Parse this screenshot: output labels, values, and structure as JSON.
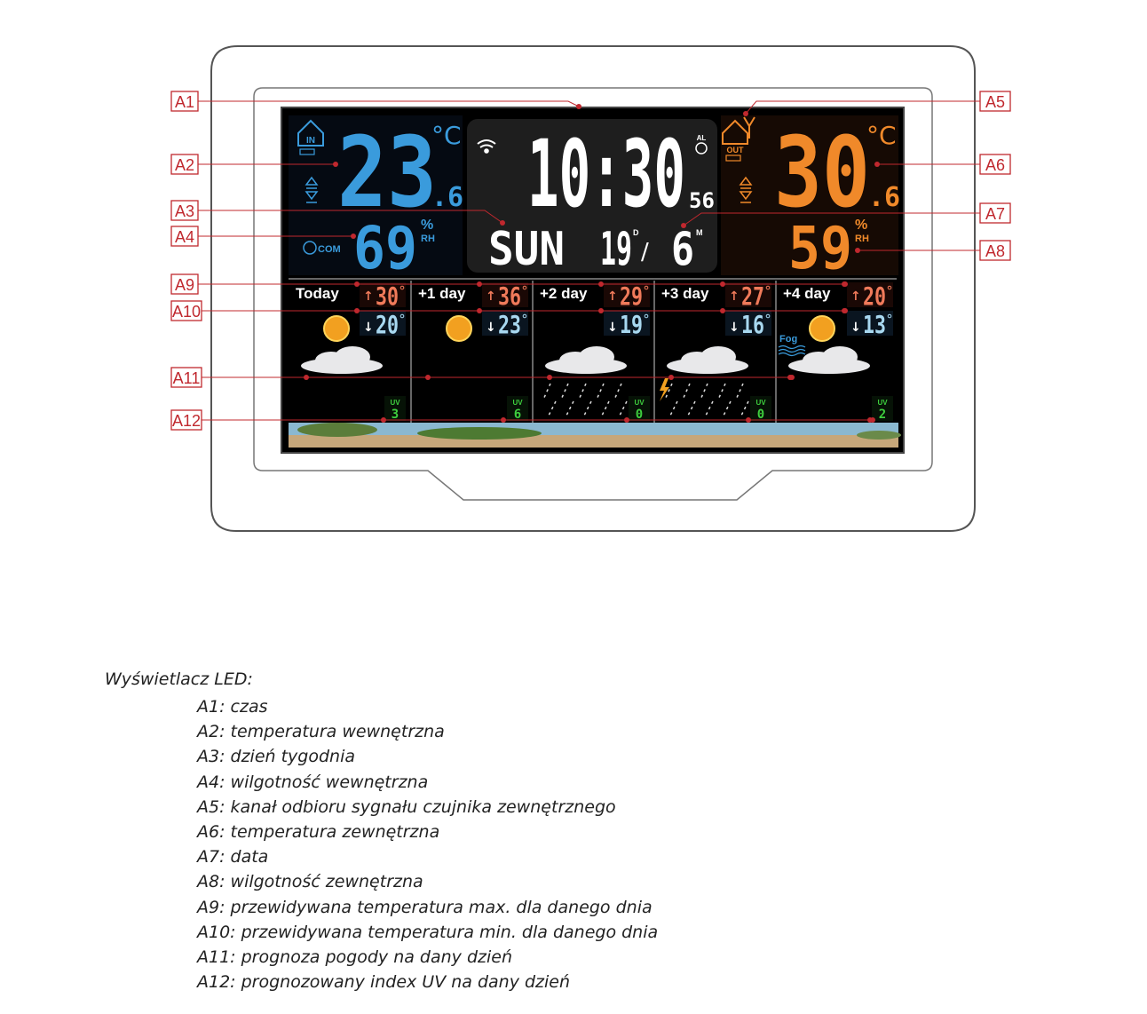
{
  "indoor": {
    "label": "IN",
    "temp_main": "23",
    "temp_decimal": ".6",
    "unit": "°C",
    "humidity": "69",
    "hum_unit_pct": "%",
    "hum_unit_rh": "RH",
    "comfort": "COM"
  },
  "clock": {
    "time": "10:30",
    "seconds": "56",
    "alarm": "AL",
    "weekday": "SUN",
    "day": "19",
    "day_mark": "D",
    "sep": "/",
    "month": "6",
    "month_mark": "M"
  },
  "outdoor": {
    "label": "OUT",
    "temp_main": "30",
    "temp_decimal": ".6",
    "unit": "°C",
    "humidity": "59",
    "hum_unit_pct": "%",
    "hum_unit_rh": "RH"
  },
  "forecast": [
    {
      "label": "Today",
      "max": "30",
      "min": "20",
      "uv": "3",
      "uv_label": "UV",
      "sun": true,
      "cloud": true,
      "rain": false,
      "thunder": false,
      "fog": ""
    },
    {
      "label": "+1 day",
      "max": "36",
      "min": "23",
      "uv": "6",
      "uv_label": "UV",
      "sun": true,
      "cloud": false,
      "rain": false,
      "thunder": false,
      "fog": ""
    },
    {
      "label": "+2 day",
      "max": "29",
      "min": "19",
      "uv": "0",
      "uv_label": "UV",
      "sun": false,
      "cloud": true,
      "rain": true,
      "thunder": false,
      "fog": ""
    },
    {
      "label": "+3 day",
      "max": "27",
      "min": "16",
      "uv": "0",
      "uv_label": "UV",
      "sun": false,
      "cloud": true,
      "rain": true,
      "thunder": true,
      "fog": ""
    },
    {
      "label": "+4 day",
      "max": "20",
      "min": "13",
      "uv": "2",
      "uv_label": "UV",
      "sun": true,
      "cloud": true,
      "rain": false,
      "thunder": false,
      "fog": "Fog"
    }
  ],
  "callouts": [
    "A1",
    "A2",
    "A3",
    "A4",
    "A5",
    "A6",
    "A7",
    "A8",
    "A9",
    "A10",
    "A11",
    "A12"
  ],
  "legend": {
    "title": "Wyświetlacz LED:",
    "items": [
      "A1: czas",
      "A2: temperatura wewnętrzna",
      "A3: dzień tygodnia",
      "A4: wilgotność wewnętrzna",
      "A5: kanał odbioru sygnału czujnika zewnętrznego",
      "A6: temperatura zewnętrzna",
      "A7: data",
      "A8: wilgotność zewnętrzna",
      "A9: przewidywana temperatura max. dla danego dnia",
      "A10: przewidywana temperatura min. dla danego dnia",
      "A11: prognoza pogody na dany dzień",
      "A12: prognozowany index UV na dany dzień"
    ]
  },
  "colors": {
    "indoor_blue": "#3a9bdc",
    "outdoor_orange": "#f0892a",
    "max_red": "#f07a5a",
    "uv_green": "#3ecf3e",
    "callout_red": "#c0282e"
  }
}
